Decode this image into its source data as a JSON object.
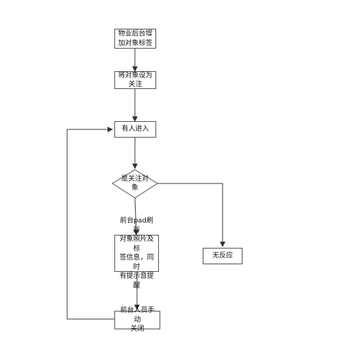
{
  "flowchart": {
    "nodes": {
      "add_tag": "物业后台增\n加对象标签",
      "set_follow": "将对象设为\n关注",
      "person_enters": "有人进入",
      "is_followed": "是关注对\n象",
      "refresh_pad": "前台pad刷新\n对象照片及标\n签信息，同时\n有提示音提醒",
      "no_response": "无反应",
      "manual_close": "前台人员手动\n关闭"
    },
    "line_color": "#333333"
  }
}
